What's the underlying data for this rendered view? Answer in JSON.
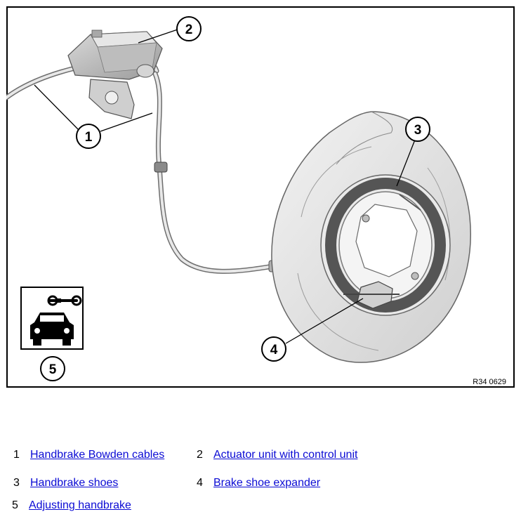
{
  "figure": {
    "code": "R34 0629",
    "callouts": [
      {
        "num": "1"
      },
      {
        "num": "2"
      },
      {
        "num": "3"
      },
      {
        "num": "4"
      },
      {
        "num": "5"
      }
    ]
  },
  "legend": {
    "items": [
      {
        "num": "1",
        "label": "Handbrake Bowden cables"
      },
      {
        "num": "2",
        "label": "Actuator unit with control unit"
      },
      {
        "num": "3",
        "label": "Handbrake shoes"
      },
      {
        "num": "4",
        "label": "Brake shoe expander"
      },
      {
        "num": "5",
        "label": "Adjusting handbrake"
      }
    ]
  },
  "colors": {
    "link": "#0b0bd4",
    "frame": "#000000",
    "part_fill": "#e2e2e2",
    "part_shade": "#b9b9b9",
    "shoe_lining": "#555555"
  }
}
